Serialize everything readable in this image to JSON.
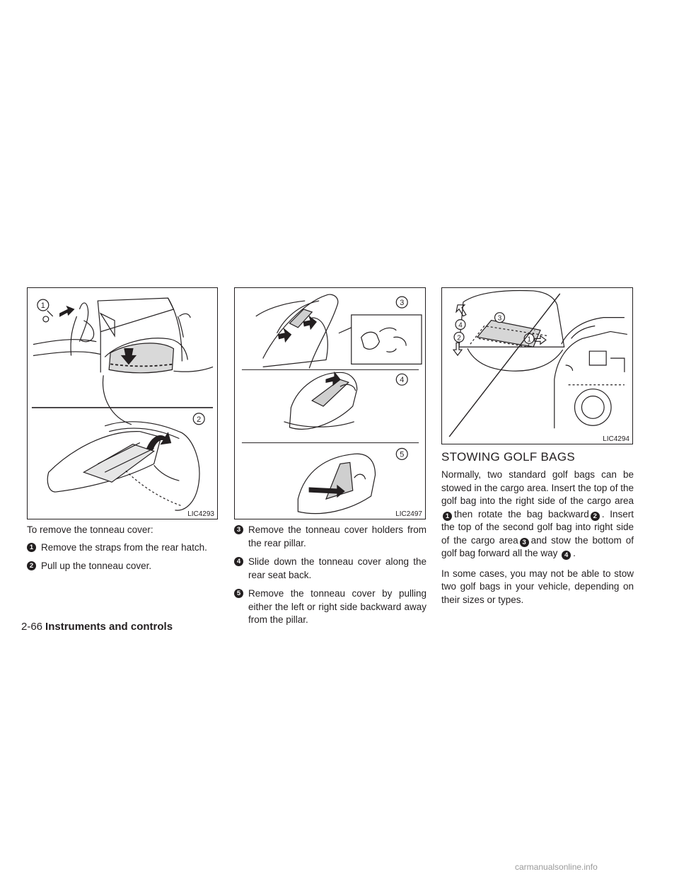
{
  "figures": {
    "left": {
      "code": "LIC4293",
      "callouts": [
        "1",
        "2"
      ]
    },
    "middle": {
      "code": "LIC2497",
      "callouts": [
        "3",
        "4",
        "5"
      ]
    },
    "right": {
      "code": "LIC4294",
      "callouts": [
        "1",
        "2",
        "3",
        "4"
      ]
    }
  },
  "left_column": {
    "intro": "To remove the tonneau cover:",
    "steps": [
      {
        "num": "1",
        "text": "Remove the straps from the rear hatch."
      },
      {
        "num": "2",
        "text": "Pull up the tonneau cover."
      }
    ]
  },
  "middle_column": {
    "steps": [
      {
        "num": "3",
        "text": "Remove the tonneau cover holders from the rear pillar."
      },
      {
        "num": "4",
        "text": "Slide down the tonneau cover along the rear seat back."
      },
      {
        "num": "5",
        "text": "Remove the tonneau cover by pulling either the left or right side backward away from the pillar."
      }
    ]
  },
  "right_column": {
    "heading": "STOWING GOLF BAGS",
    "para1": {
      "a": "Normally, two standard golf bags can be stowed in the cargo area. Insert the top of the golf bag into the right side of the cargo area",
      "n1": "1",
      "b": "then rotate the bag backward",
      "n2": "2",
      "c": ". Insert the top of the second golf bag into right side of the cargo area",
      "n3": "3",
      "d": "and stow the bottom of golf bag forward all the way",
      "n4": "4",
      "e": "."
    },
    "para2": "In some cases, you may not be able to stow two golf bags in your vehicle, depending on their sizes or types."
  },
  "footer": {
    "page": "2-66",
    "section": "Instruments and controls"
  },
  "watermark": "carmanualsonline.info"
}
